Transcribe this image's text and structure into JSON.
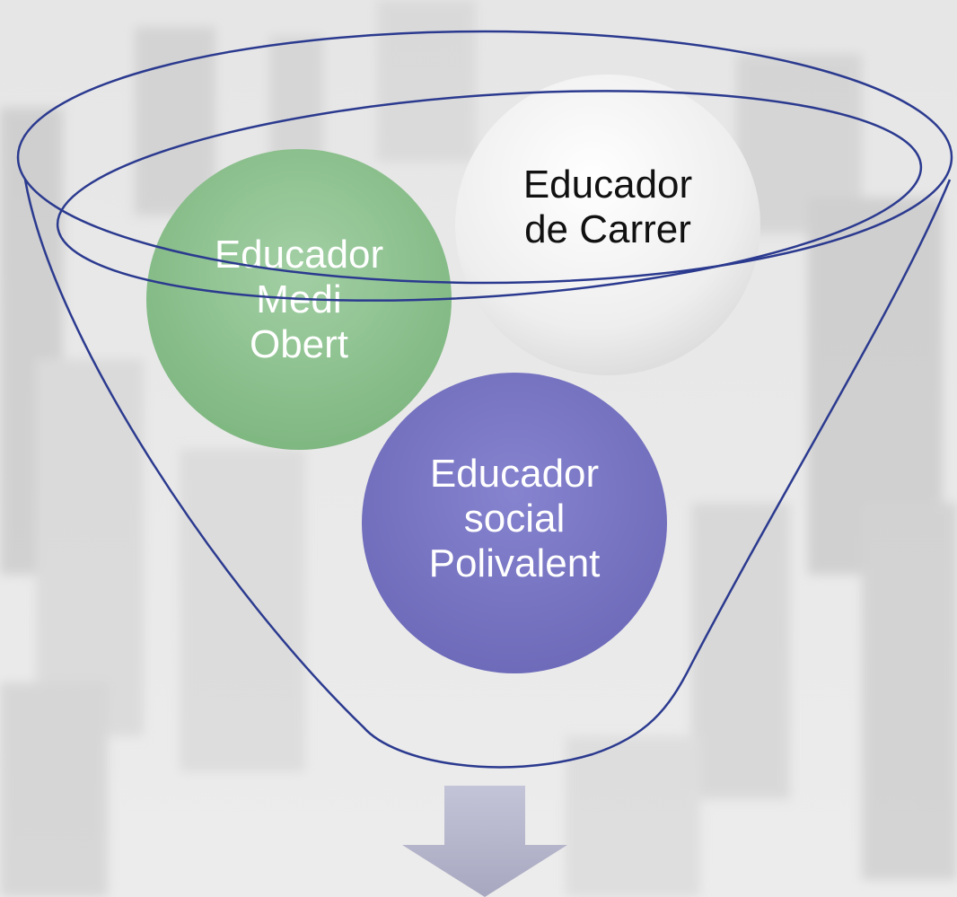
{
  "diagram": {
    "circles": [
      {
        "id": "medi-obert",
        "label": "Educador\nMedi\nObert",
        "color": "#8dc28f"
      },
      {
        "id": "carrer",
        "label": "Educador\nde Carrer",
        "color": "#f2f2f2"
      },
      {
        "id": "polivalent",
        "label": "Educador\nsocial\nPolivalent",
        "color": "#7b78c6"
      }
    ],
    "funnel_color": "#2b3a8f",
    "arrow_color": "#b3b3cc",
    "arrow_direction": "down"
  }
}
